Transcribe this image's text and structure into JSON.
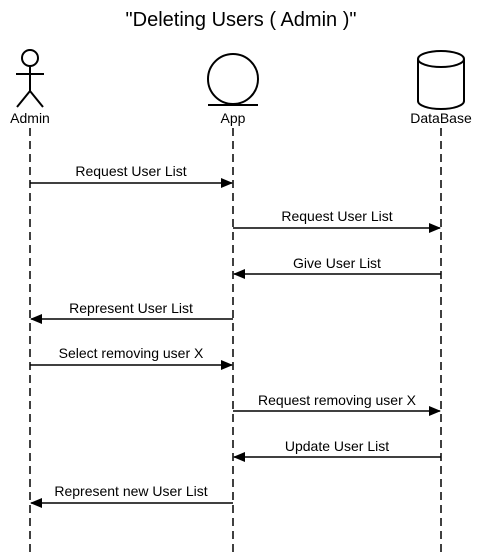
{
  "diagram": {
    "title": "\"Deleting Users ( Admin )\"",
    "participants": [
      {
        "id": "admin",
        "label": "Admin",
        "kind": "actor"
      },
      {
        "id": "app",
        "label": "App",
        "kind": "entity"
      },
      {
        "id": "db",
        "label": "DataBase",
        "kind": "database"
      }
    ],
    "messages": [
      {
        "label": "Request User List",
        "from": "admin",
        "to": "app"
      },
      {
        "label": "Request User List",
        "from": "app",
        "to": "db"
      },
      {
        "label": "Give User List",
        "from": "db",
        "to": "app"
      },
      {
        "label": "Represent User List",
        "from": "app",
        "to": "admin"
      },
      {
        "label": "Select removing user X",
        "from": "admin",
        "to": "app"
      },
      {
        "label": "Request removing user X",
        "from": "app",
        "to": "db"
      },
      {
        "label": "Update User List",
        "from": "db",
        "to": "app"
      },
      {
        "label": "Represent new User List",
        "from": "app",
        "to": "admin"
      }
    ]
  },
  "colors": {
    "stroke": "#000000",
    "background": "#ffffff"
  }
}
